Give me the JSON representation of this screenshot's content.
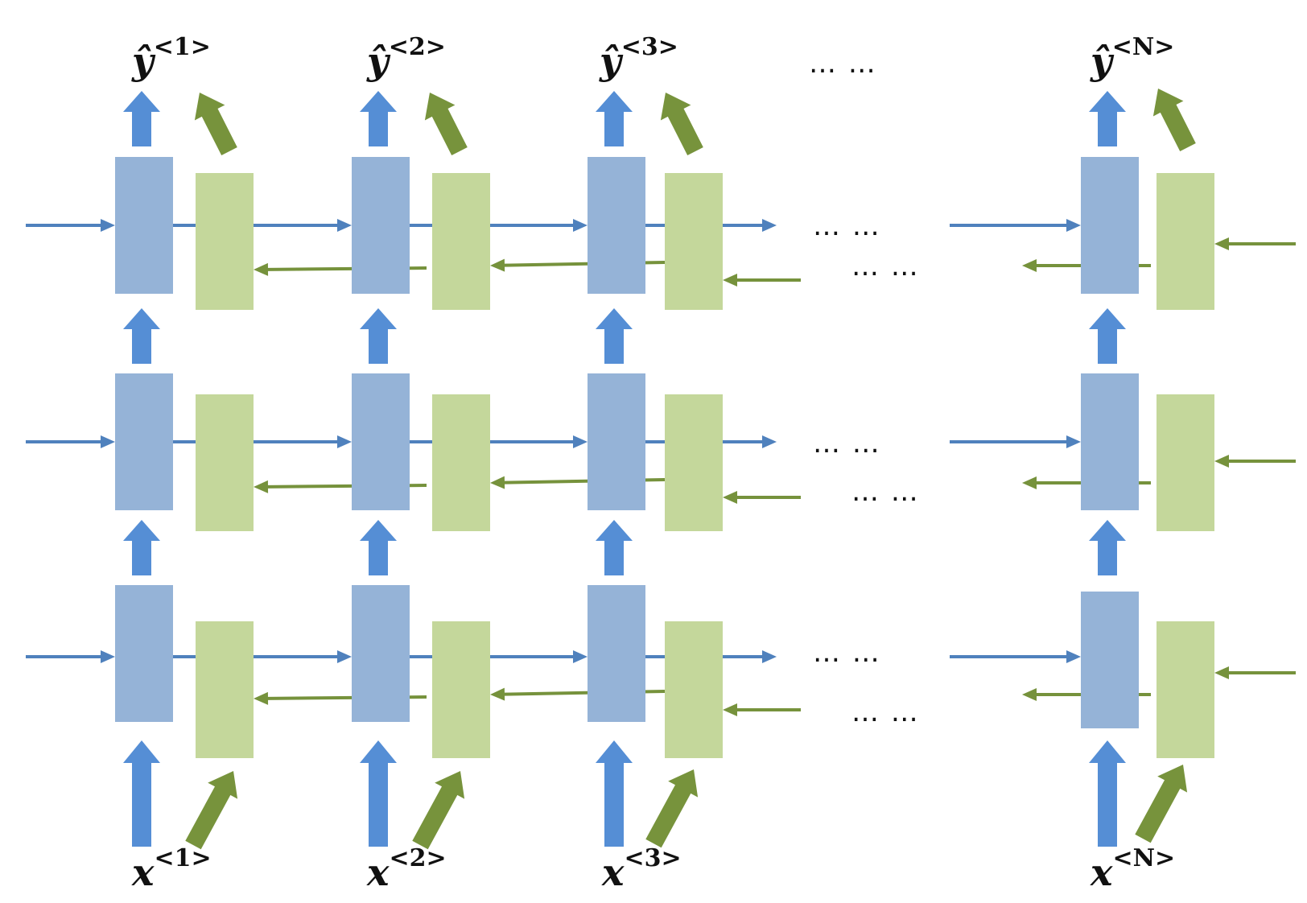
{
  "colors": {
    "forward_cell": "#95b3d7",
    "backward_cell": "#c4d79b",
    "forward_arrow": "#4f81bd",
    "backward_arrow": "#76923c",
    "io_arrow_blue": "#558ed5",
    "io_arrow_green": "#77933c"
  },
  "outputs": [
    {
      "base": "ŷ",
      "sup": "<1>"
    },
    {
      "base": "ŷ",
      "sup": "<2>"
    },
    {
      "base": "ŷ",
      "sup": "<3>"
    },
    {
      "base": "ŷ",
      "sup": "<N>"
    }
  ],
  "inputs": [
    {
      "base": "x",
      "sup": "<1>"
    },
    {
      "base": "x",
      "sup": "<2>"
    },
    {
      "base": "x",
      "sup": "<3>"
    },
    {
      "base": "x",
      "sup": "<N>"
    }
  ],
  "ellipsis": "… …",
  "layers": 3
}
